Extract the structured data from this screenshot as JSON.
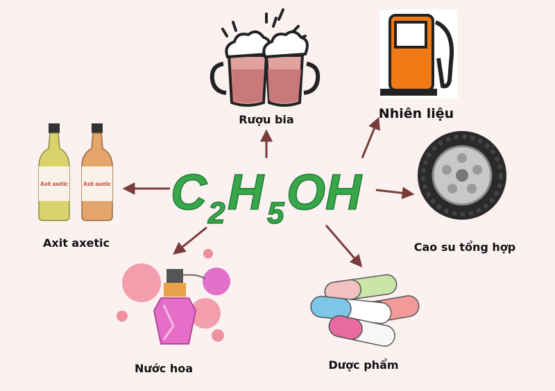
{
  "center": {
    "formula_c": "C",
    "formula_sub1": "2",
    "formula_h": "H",
    "formula_sub2": "5",
    "formula_oh": "OH"
  },
  "products": {
    "beer": "Rượu bia",
    "fuel": "Nhiên liệu",
    "acid": "Axit axetic",
    "rubber": "Cao su tổng hợp",
    "perfume": "Nước hoa",
    "pharma": "Dược phẩm"
  },
  "bottle_tag": "Axit axetic",
  "colors": {
    "background": "#fbf1f1",
    "formula_green": "#3aa64a",
    "arrow": "#7a3b3b",
    "fuel_pump": "#f07a16",
    "perfume": "#e878c8"
  }
}
